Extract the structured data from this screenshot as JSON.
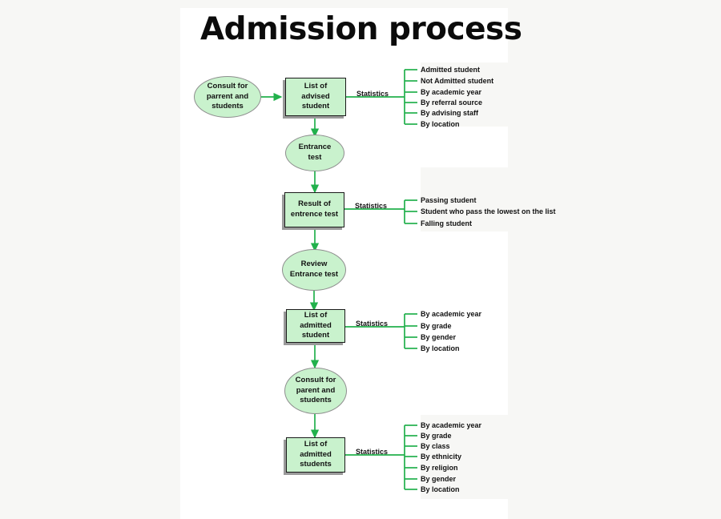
{
  "document": {
    "title": "Admission process",
    "background_color": "#f7f7f5",
    "paper_color": "#ffffff"
  },
  "theme": {
    "node_fill": "#c9f2cd",
    "box_border": "#1a1a1a",
    "ellipse_border": "#8e8e8e",
    "connector_color": "#22b14c",
    "shadow_color": "#9a9a9a",
    "text_color": "#111111"
  },
  "flow": {
    "nodes": [
      {
        "id": "consult-1",
        "shape": "ellipse",
        "label": "Consult for\nparrent and\nstudents"
      },
      {
        "id": "list-advised",
        "shape": "box",
        "label": "List of\nadvised\nstudent"
      },
      {
        "id": "entrance-test",
        "shape": "ellipse",
        "label": "Entrance\ntest"
      },
      {
        "id": "result-entrance",
        "shape": "box",
        "label": "Result of\nentrence test"
      },
      {
        "id": "review-entrance",
        "shape": "ellipse",
        "label": "Review\nEntrance test"
      },
      {
        "id": "list-admitted-1",
        "shape": "box",
        "label": "List of\nadmitted\nstudent"
      },
      {
        "id": "consult-2",
        "shape": "ellipse",
        "label": "Consult for\nparent and\nstudents"
      },
      {
        "id": "list-admitted-2",
        "shape": "box",
        "label": "List of\nadmitted\nstudents"
      }
    ],
    "branches": [
      {
        "id": "stats-advised",
        "source": "list-advised",
        "label": "Statistics",
        "items": [
          "Admitted student",
          "Not Admitted student",
          "By academic year",
          "By referral source",
          "By advising staff",
          "By location"
        ]
      },
      {
        "id": "stats-result",
        "source": "result-entrance",
        "label": "Statistics",
        "items": [
          "Passing student",
          "Student who pass the lowest on the list",
          "Falling student"
        ]
      },
      {
        "id": "stats-admitted-1",
        "source": "list-admitted-1",
        "label": "Statistics",
        "items": [
          "By academic year",
          "By grade",
          "By gender",
          "By location"
        ]
      },
      {
        "id": "stats-admitted-2",
        "source": "list-admitted-2",
        "label": "Statistics",
        "items": [
          "By academic year",
          "By grade",
          "By class",
          "By ethnicity",
          "By religion",
          "By gender",
          "By location"
        ]
      }
    ]
  }
}
